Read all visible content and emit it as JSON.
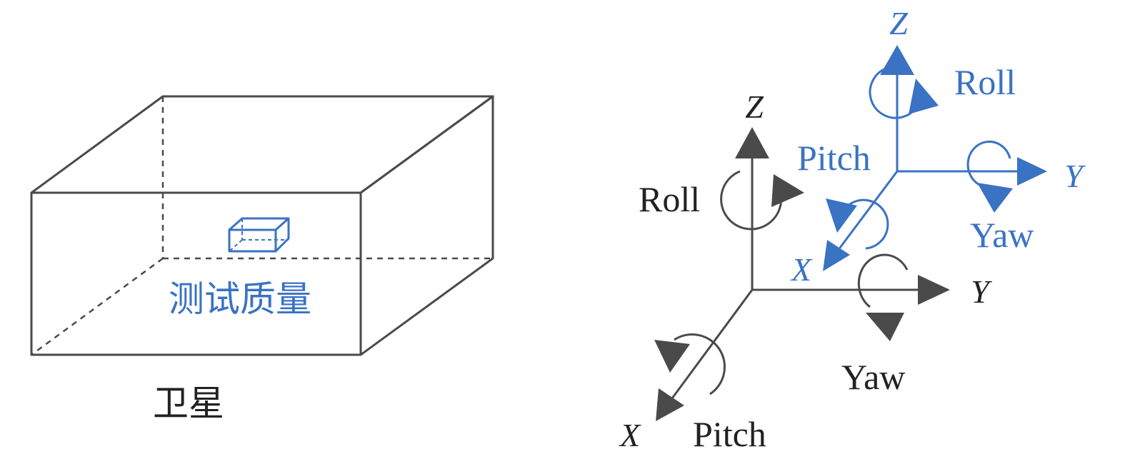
{
  "colors": {
    "dark": "#4a4a4a",
    "text_dark": "#222222",
    "blue": "#3a72c4"
  },
  "left": {
    "test_mass_label": "测试质量",
    "satellite_label": "卫星"
  },
  "satellite_frame": {
    "axis_x": "X",
    "axis_y": "Y",
    "axis_z": "Z",
    "roll": "Roll",
    "pitch": "Pitch",
    "yaw": "Yaw"
  },
  "test_mass_frame": {
    "axis_x": "X",
    "axis_y": "Y",
    "axis_z": "Z",
    "roll": "Roll",
    "pitch": "Pitch",
    "yaw": "Yaw"
  }
}
